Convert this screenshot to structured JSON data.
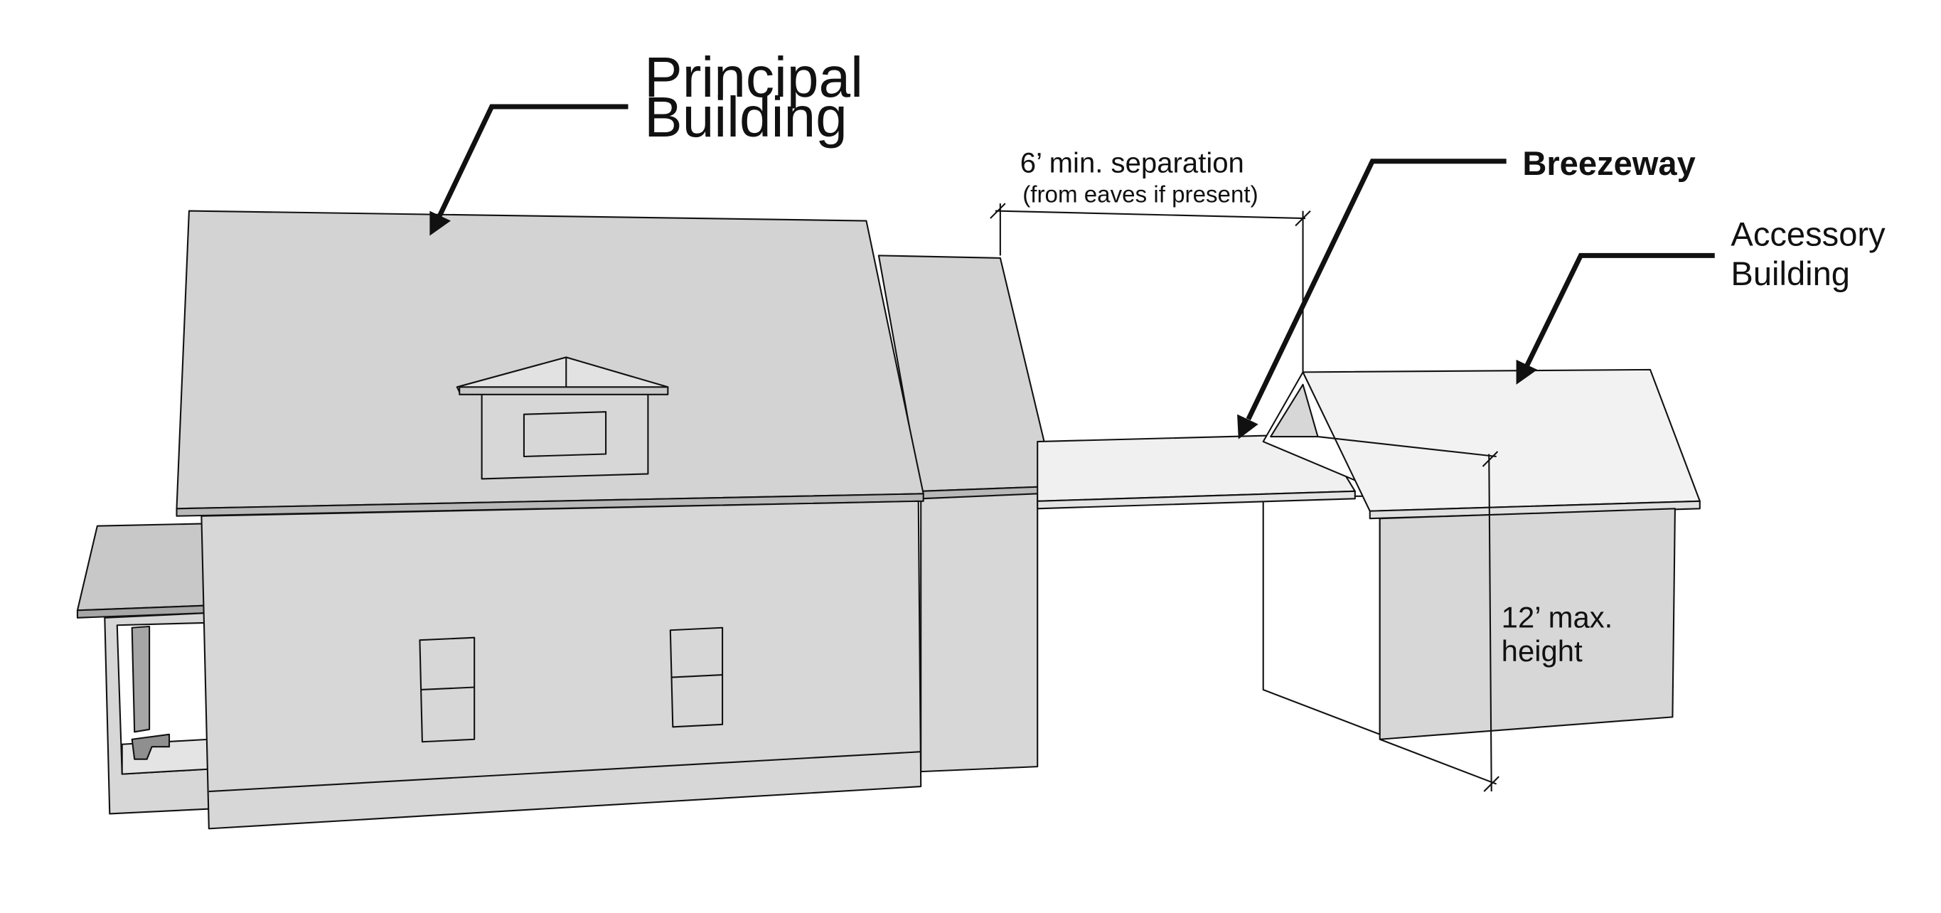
{
  "labels": {
    "principal_line1": "Principal",
    "principal_line2": "Building",
    "separation_line1": "6’ min. separation",
    "separation_line2": "(from eaves if present)",
    "breezeway": "Breezeway",
    "accessory_line1": "Accessory",
    "accessory_line2": "Building",
    "height_line1": "12’ max.",
    "height_line2": "height"
  },
  "colors": {
    "wall_gray": "#d7d7d7",
    "roof_gray": "#d3d3d3",
    "dark_gray": "#a6a6a6",
    "light_fill": "#f0f0f0",
    "line": "#111111"
  }
}
